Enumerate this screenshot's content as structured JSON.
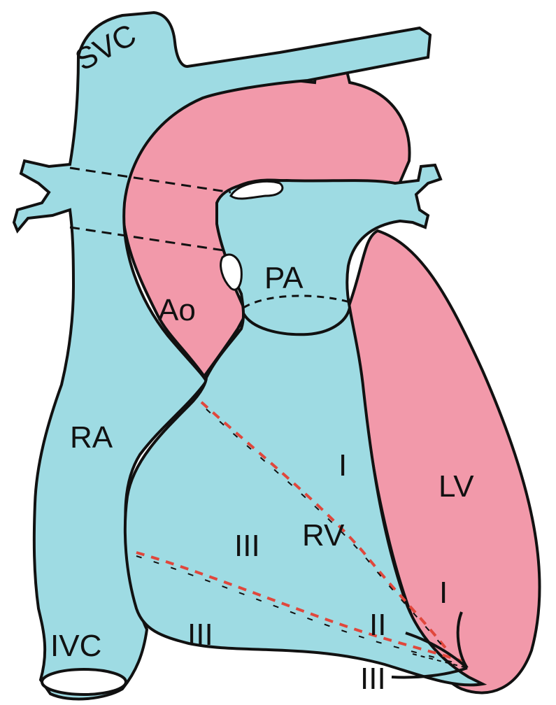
{
  "colors": {
    "venous": "#9edbe3",
    "arterial": "#f299aa",
    "outline": "#111111",
    "dashed_red": "#e0473c",
    "background": "#ffffff"
  },
  "labels": {
    "svc": "SVC",
    "ao": "Ao",
    "pa": "PA",
    "ra": "RA",
    "ivc": "IVC",
    "rv": "RV",
    "lv": "LV",
    "seg_i_upper": "I",
    "seg_iii_mid": "III",
    "seg_i_apex": "I",
    "seg_ii_apex": "II",
    "seg_iii_lower": "III",
    "seg_iii_apex": "III"
  }
}
